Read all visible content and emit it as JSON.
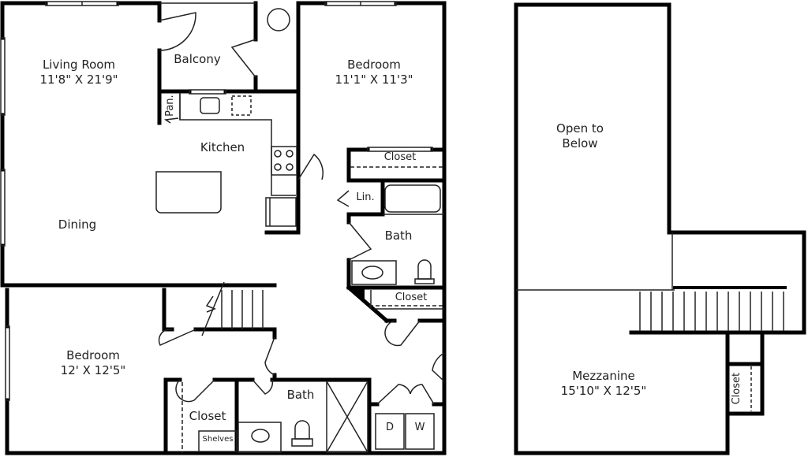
{
  "plan": {
    "colors": {
      "wall": "#000000",
      "line": "#222222",
      "background": "#ffffff"
    },
    "first_floor": {
      "rooms": [
        {
          "id": "living",
          "name": "Living Room",
          "size": "11'8\" X 21'9\""
        },
        {
          "id": "balcony",
          "name": "Balcony"
        },
        {
          "id": "pantry",
          "name": "Pan."
        },
        {
          "id": "kitchen",
          "name": "Kitchen"
        },
        {
          "id": "dining",
          "name": "Dining"
        },
        {
          "id": "bedroom1",
          "name": "Bedroom",
          "size": "11'1\" X 11'3\""
        },
        {
          "id": "closet1",
          "name": "Closet"
        },
        {
          "id": "linen",
          "name": "Lin."
        },
        {
          "id": "bath1",
          "name": "Bath"
        },
        {
          "id": "closet2",
          "name": "Closet"
        },
        {
          "id": "bedroom2",
          "name": "Bedroom",
          "size": "12' X 12'5\""
        },
        {
          "id": "closet3",
          "name": "Closet"
        },
        {
          "id": "shelves",
          "name": "Shelves"
        },
        {
          "id": "bath2",
          "name": "Bath"
        },
        {
          "id": "dryer",
          "name": "D"
        },
        {
          "id": "washer",
          "name": "W"
        }
      ]
    },
    "second_floor": {
      "rooms": [
        {
          "id": "open",
          "name": "Open to",
          "name2": "Below"
        },
        {
          "id": "mezzanine",
          "name": "Mezzanine",
          "size": "15'10\" X 12'5\""
        },
        {
          "id": "closet4",
          "name": "Closet"
        }
      ]
    }
  }
}
